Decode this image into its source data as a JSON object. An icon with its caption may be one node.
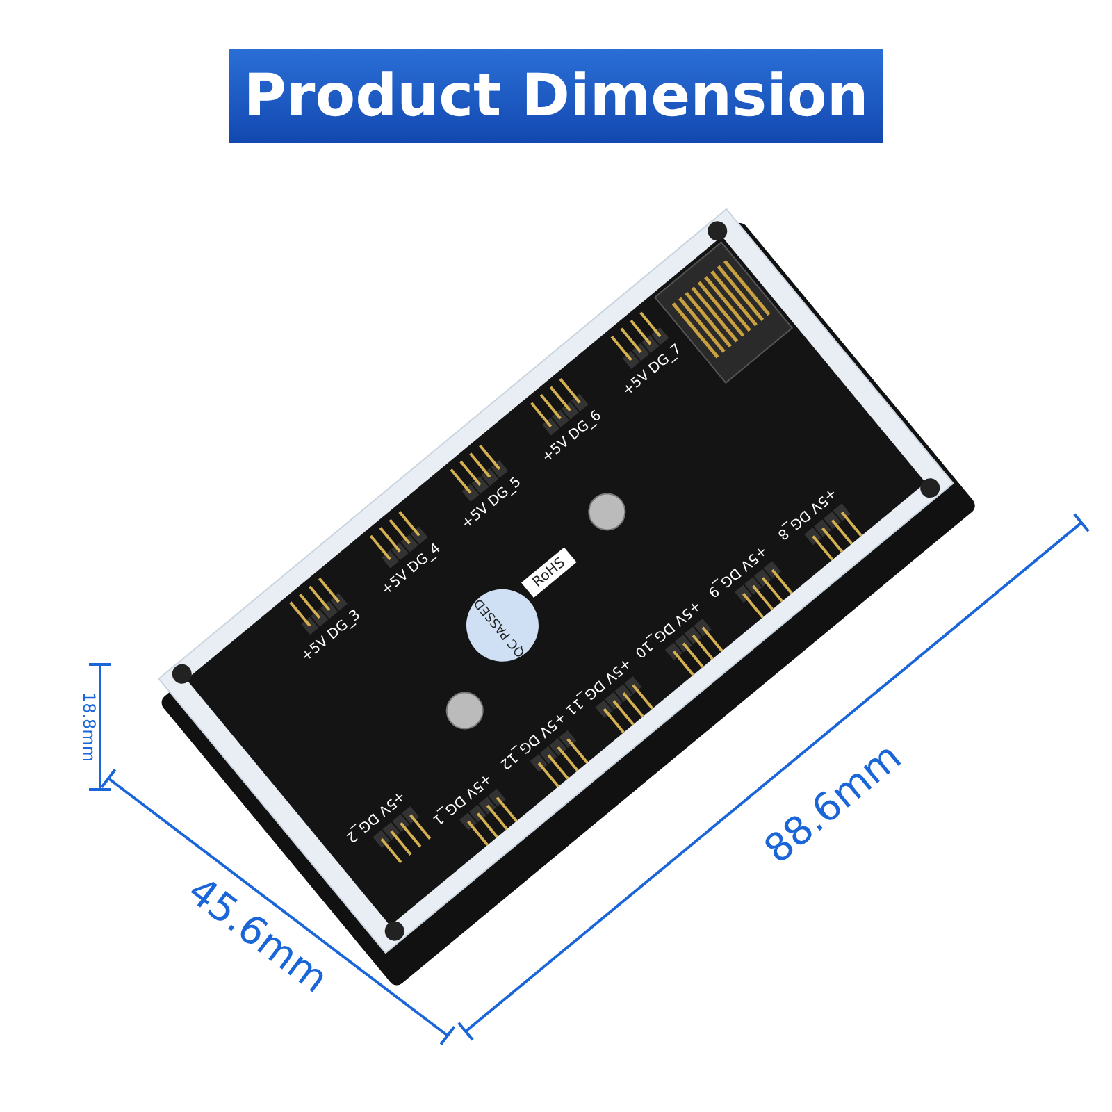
{
  "diagram": {
    "title": "Product Dimension",
    "labels": [
      "+5V DG_7",
      "+5V DG_6",
      "+5V DG_5",
      "+5V DG_4",
      "+5V DG_3",
      "RoHS",
      "QC PASSED",
      "+5V DG_8",
      "+5V DG_9",
      "+5V DG_10",
      "+5V DG_11",
      "+5V DG_2",
      "+5V DG_1",
      "+5V DG_12",
      "18.8mm",
      "88.6mm",
      "45.6mm"
    ]
  }
}
